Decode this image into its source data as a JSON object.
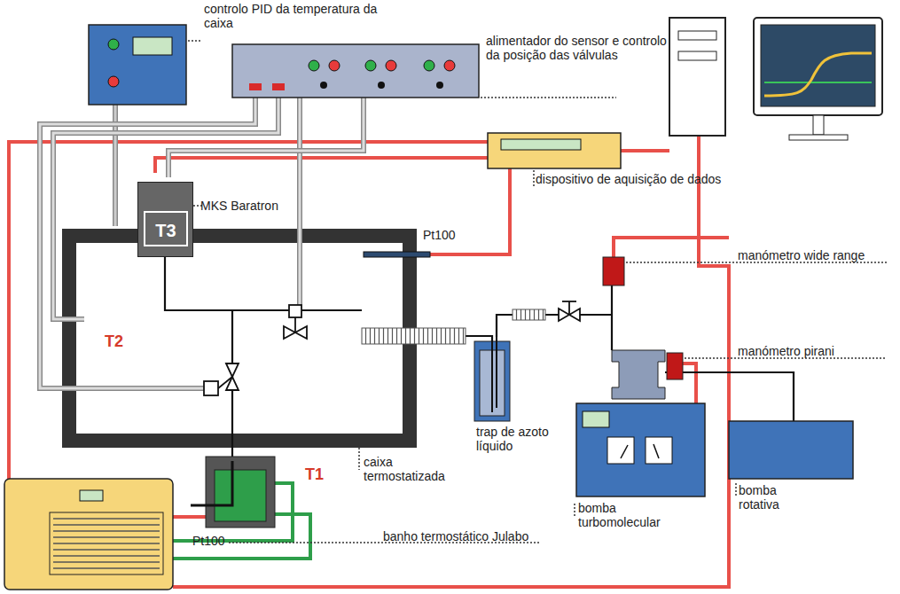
{
  "diagram": {
    "nodes": [
      {
        "text": [
          "T3"
        ]
      },
      {
        "text": [
          "T2"
        ]
      }
    ],
    "labels": [
      "controlo PID da temperatura da caixa",
      "alimentador do sensor e controlo da posição das válvulas",
      "MKS Baratron",
      "Pt100",
      "dispositivo de aquisição de dados",
      "manómetro wide range",
      "T1",
      "manómetro pirani",
      "trap de azoto líquido",
      "caixa termostatizada",
      "bomba turbomolecular",
      "bomba rotativa",
      "Pt100",
      "banho termostático Julabo"
    ]
  }
}
